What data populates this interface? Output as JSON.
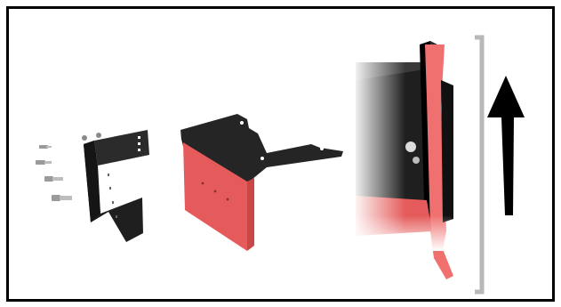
{
  "illustration": {
    "parts": [
      "screw",
      "black-bracket",
      "red-flap-with-bracket",
      "flap-installed-closeup",
      "up-arrow",
      "height-bracket"
    ],
    "colors": {
      "frame_border": "#000000",
      "bracket_black": "#1f1f1f",
      "bracket_dark_face": "#2b2b2b",
      "flap_red": "#e55a5a",
      "flap_red_dark": "#c94747",
      "screw_gray": "#9a9a9a",
      "arrow_black": "#000000",
      "height_bracket_gray": "#b8b8b8"
    },
    "arrow_direction": "up"
  }
}
